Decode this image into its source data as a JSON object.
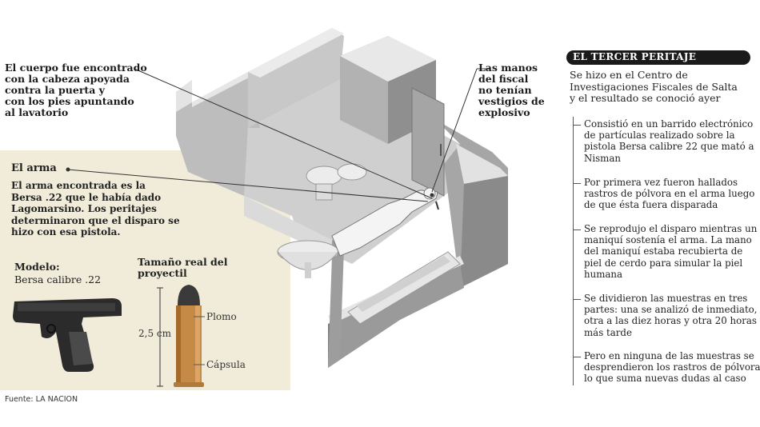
{
  "callouts": {
    "body_position": "El cuerpo fue encontrado\ncon la cabeza apoyada\ncontra la puerta y\ncon los pies apuntando\nal lavatorio",
    "hands": "Las manos\ndel fiscal\nno tenían\nvestigios de\nexplosivo"
  },
  "weapon": {
    "title": "El arma",
    "description": "El arma encontrada es la\nBersa .22 que le había dado\nLagomarsino. Los peritajes\ndeterminaron que el disparo se\nhizo con esa pistola.",
    "model_label": "Modelo:",
    "model_value": "Bersa calibre .22",
    "size_label": "Tamaño real del\nproyectil",
    "size_value": "2,5 cm",
    "plomo_label": "Plomo",
    "capsula_label": "Cápsula"
  },
  "source": "Fuente:  LA NACION",
  "peritaje": {
    "title": "EL TERCER PERITAJE",
    "intro": "Se hizo en el Centro de\nInvestigaciones Fiscales de Salta\ny el resultado se conoció ayer",
    "items": [
      "Consistió en un barrido electrónico\nde partículas realizado sobre la\npistola Bersa calibre 22 que mató a\nNisman",
      "Por primera vez fueron hallados\nrastros de pólvora en el arma luego\nde que ésta fuera disparada",
      "Se reprodujo el disparo mientras un\nmaniquí sostenía el arma. La mano\ndel maniquí estaba recubierta de\npiel de cerdo para simular la piel\nhumana",
      "Se dividieron las muestras en tres\npartes: una se analizó de inmediato,\notra a las diez horas y otra 20 horas\nmás tarde",
      "Pero en ninguna de las muestras se\ndesprendieron los rastros de pólvora\nlo que suma nuevas dudas al caso"
    ]
  },
  "colors": {
    "panel": "#f1ecd9",
    "wall_top": "#e4e4e4",
    "wall_side": "#9a9a9a",
    "floor": "#d2d2d2"
  }
}
